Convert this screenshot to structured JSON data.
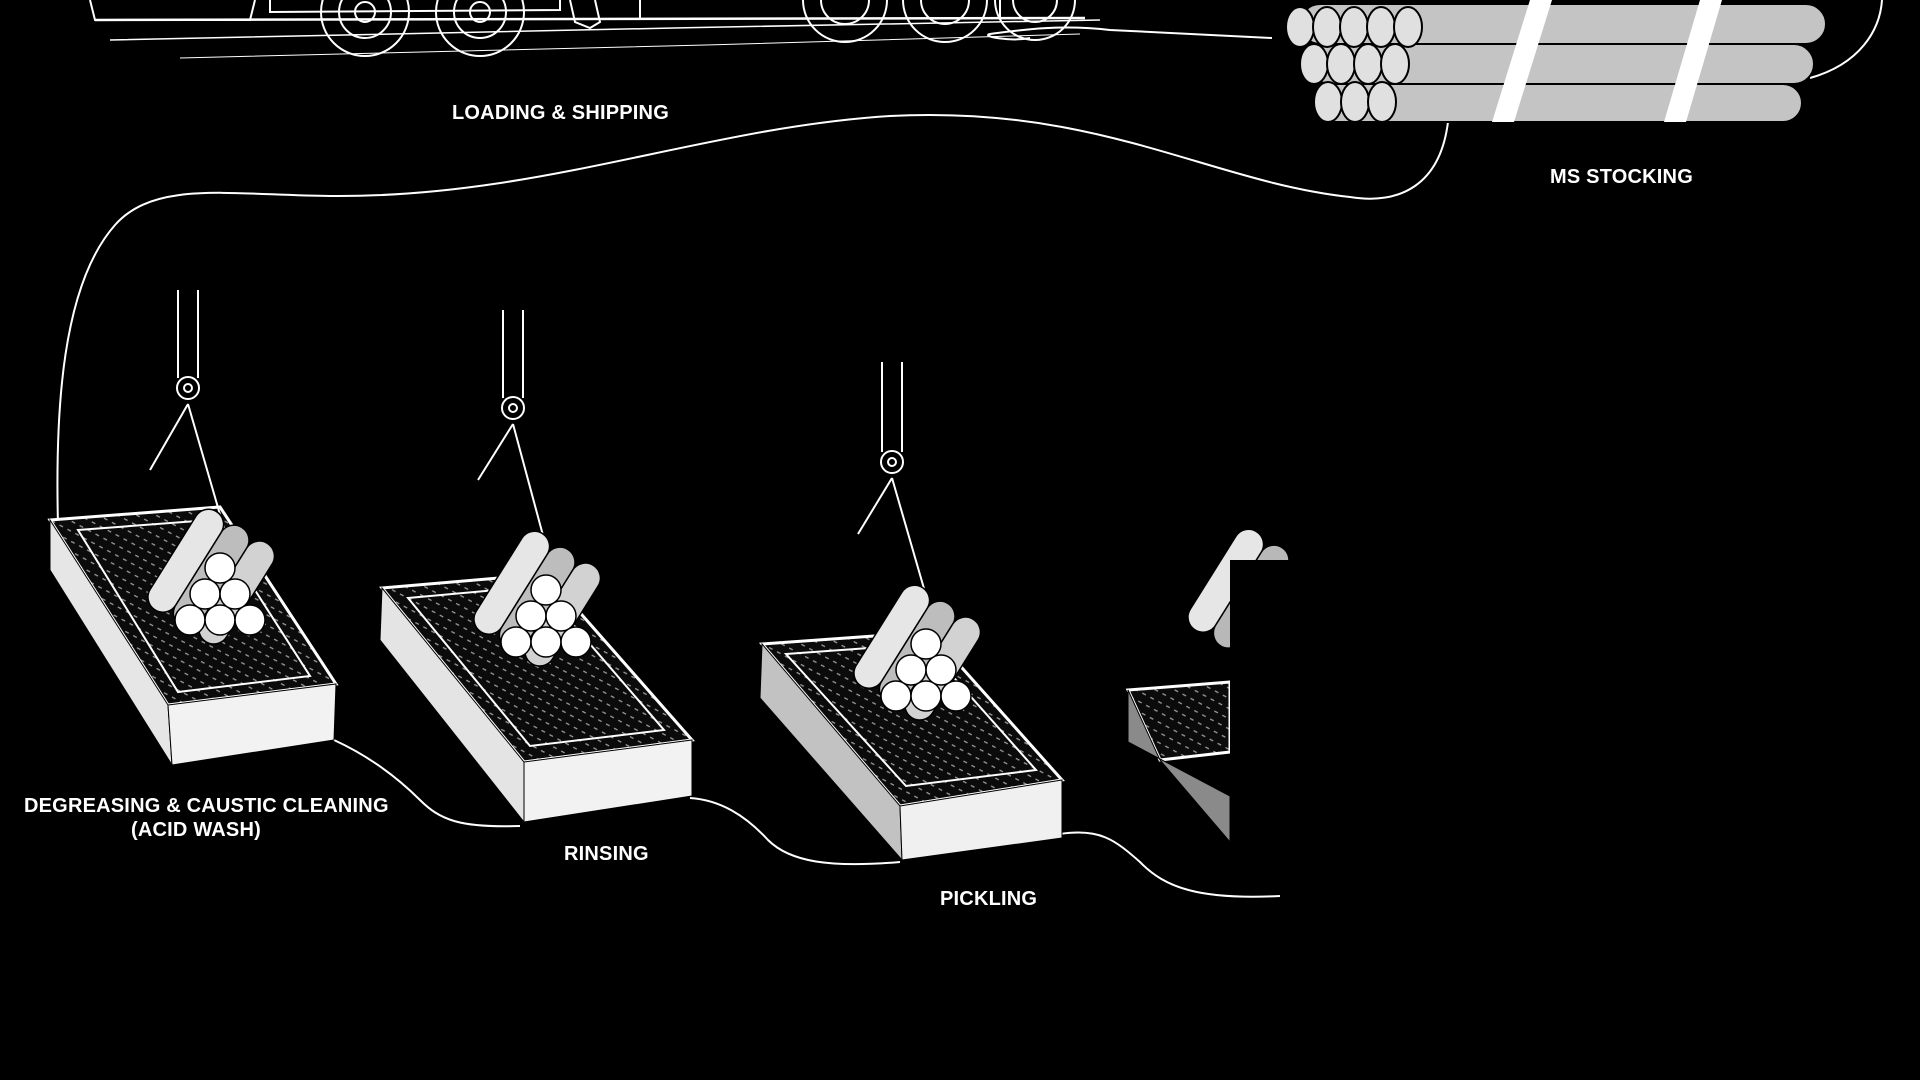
{
  "stages": {
    "loading": "LOADING & SHIPPING",
    "stocking": "MS STOCKING",
    "degreasing_line1": "DEGREASING & CAUSTIC CLEANING",
    "degreasing_line2": "(ACID WASH)",
    "rinsing": "RINSING",
    "pickling": "PICKLING"
  },
  "colors": {
    "background": "#000000",
    "line": "#ffffff",
    "pipe_light": "#ececec",
    "pipe_mid": "#bdbdbd",
    "pipe_dark": "#9a9a9a",
    "tank_side": "#e8e8e8",
    "tank_front": "#cfcfcf"
  }
}
